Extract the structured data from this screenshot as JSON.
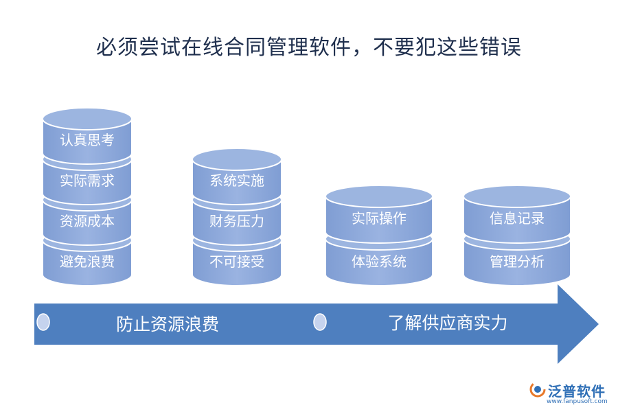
{
  "title": "必须尝试在线合同管理软件，不要犯这些错误",
  "colors": {
    "cylinder_fill": "#8eaadb",
    "cylinder_top": "#9cb5e0",
    "cylinder_border": "#ffffff",
    "arrow": "#4e7fbf",
    "title": "#1f2f4d"
  },
  "stacks": [
    {
      "layers": [
        "认真思考",
        "实际需求",
        "资源成本",
        "避免浪费"
      ]
    },
    {
      "layers": [
        "系统实施",
        "财务压力",
        "不可接受"
      ]
    },
    {
      "layers": [
        "实际操作",
        "体验系统"
      ]
    },
    {
      "layers": [
        "信息记录",
        "管理分析"
      ]
    }
  ],
  "arrow": {
    "left_label": "防止资源浪费",
    "right_label": "了解供应商实力"
  },
  "logo": {
    "name": "泛普软件",
    "url": "www.fanpusoft.com",
    "icon": "fanpu-logo-icon"
  }
}
